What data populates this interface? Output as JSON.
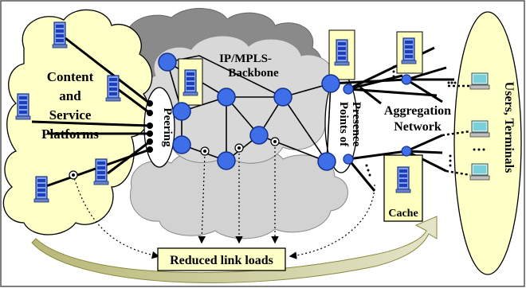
{
  "diagram": {
    "backbone_label_line1": "IP/MPLS-",
    "backbone_label_line2": "Backbone",
    "content_line1": "Content",
    "content_line2": "and",
    "content_line3": "Service",
    "content_line4": "Platforms",
    "peering_label": "Peering",
    "pop_label_line1": "Points of",
    "pop_label_line2": "Presence",
    "aggregation_line1": "Aggregation",
    "aggregation_line2": "Network",
    "users_label": "Users, Terminals",
    "cache_label": "Cache",
    "reduced_label": "Reduced link loads",
    "colors": {
      "node_blue": "#3f6fe8",
      "cloud_yellow": "#ffffc8",
      "cloud_dark": "#8a8a8a",
      "cloud_light": "#d6d6d6",
      "cache_box": "#ffffc0",
      "arrow_olive": "#c8c890"
    }
  }
}
